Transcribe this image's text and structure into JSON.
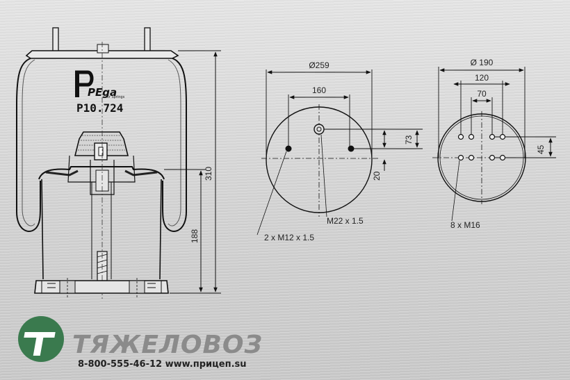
{
  "part": {
    "brand_logo_text": "PEga",
    "brand_subtext": "Air Springs",
    "part_number": "P10.724"
  },
  "dimensions": {
    "total_height": "310",
    "lower_height": "188",
    "top_plate_diameter": "Ø259",
    "top_hole_spacing": "160",
    "hole_offset_73": "73",
    "hole_offset_20": "20",
    "top_central_thread": "M22 x 1.5",
    "top_side_threads": "2 x M12 x 1.5",
    "bottom_diameter": "Ø 190",
    "bottom_spacing_120": "120",
    "bottom_spacing_70": "70",
    "bottom_offset_45": "45",
    "bottom_threads": "8 x M16"
  },
  "footer": {
    "company_name": "ТЯЖЕЛОВОЗ",
    "contact": "8-800-555-46-12  www.прицеп.su"
  },
  "colors": {
    "logo_green": "#3a7a4e",
    "company_gray": "#8b8b8b",
    "line": "#111111"
  }
}
